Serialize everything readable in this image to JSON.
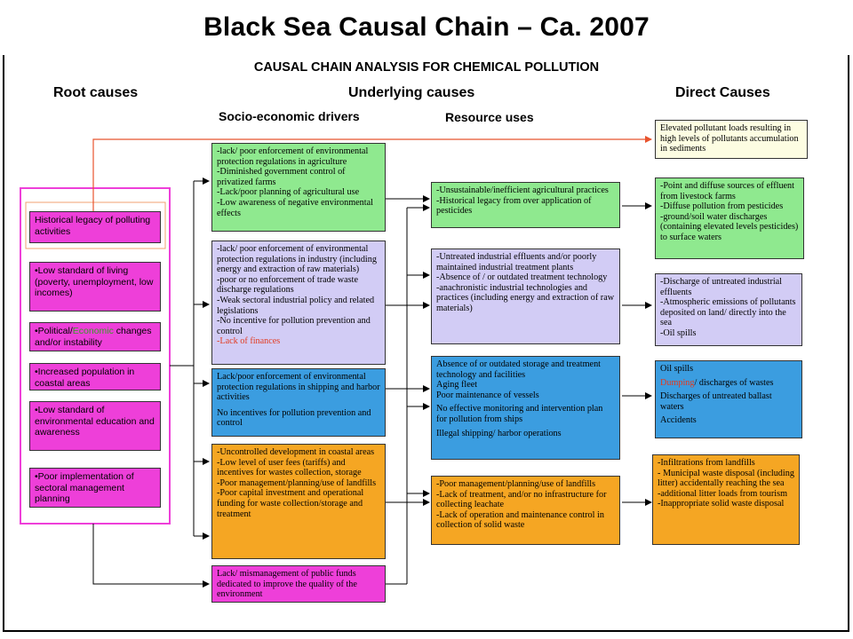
{
  "slide_title": "Black Sea Causal Chain – Ca. 2007",
  "diagram_title": "CAUSAL CHAIN ANALYSIS FOR CHEMICAL POLLUTION",
  "headers": {
    "root": "Root causes",
    "underlying": "Underlying causes",
    "direct": "Direct Causes",
    "socio": "Socio-economic drivers",
    "resource": "Resource uses"
  },
  "root_causes": [
    "Historical legacy of polluting activities",
    "•Low standard of living (poverty, unemployment, low incomes)",
    "•Political/",
    "Economic",
    " changes and/or instability",
    "•Increased population in coastal areas",
    "•Low standard of environmental education and awareness",
    "•Poor implementation of sectoral management planning"
  ],
  "socio_drivers": {
    "green": [
      "-lack/ poor enforcement of environmental protection regulations in agriculture",
      "-Diminished government control of privatized farms",
      "-Lack/poor planning of agricultural use",
      "-Low awareness of negative environmental effects"
    ],
    "lavender": [
      "-lack/ poor enforcement of environmental protection regulations in industry (including energy and extraction of raw materials)",
      "-poor or no enforcement of trade waste discharge regulations",
      "-Weak sectoral industrial policy and related legislations",
      "-No incentive for pollution prevention and control",
      "-Lack of finances"
    ],
    "blue": [
      "Lack/poor enforcement of environmental protection regulations in shipping and harbor activities",
      "No incentives for pollution prevention and control"
    ],
    "orange": [
      "-Uncontrolled development in coastal areas",
      "-Low level of user fees (tariffs) and incentives for wastes collection, storage",
      "-Poor management/planning/use of landfills",
      "-Poor capital investment and operational funding for waste collection/storage and treatment"
    ],
    "pink": "Lack/ mismanagement of public funds dedicated to improve the quality of the environment"
  },
  "resource_uses": {
    "green": [
      "-Unsustainable/inefficient agricultural practices",
      "-Historical legacy from over application of pesticides"
    ],
    "lavender": [
      "-Untreated industrial effluents and/or poorly maintained industrial treatment plants",
      "-Absence of / or outdated treatment technology",
      "-anachronistic industrial technologies and practices (including energy and extraction of raw materials)"
    ],
    "blue": [
      "Absence of or outdated storage and treatment technology and facilities",
      "Aging fleet",
      "Poor maintenance of vessels",
      "No effective monitoring and intervention plan for pollution from ships",
      "Illegal shipping/ harbor operations"
    ],
    "orange": [
      "-Poor management/planning/use of landfills",
      "-Lack of treatment, and/or no infrastructure for collecting leachate",
      "-Lack of operation and maintenance control in collection of solid waste"
    ]
  },
  "direct_causes": {
    "yellow": "Elevated pollutant loads resulting in high levels of pollutants accumulation in sediments",
    "green": [
      "-Point and diffuse sources of effluent from livestock farms",
      "-Diffuse pollution from pesticides",
      "-ground/soil water discharges (containing elevated levels pesticides) to surface waters"
    ],
    "lavender": [
      "-Discharge of untreated industrial effluents",
      "-Atmospheric emissions of pollutants deposited on land/ directly into the sea",
      "-Oil spills"
    ],
    "blue": [
      "Oil spills",
      "Dumping",
      "/ discharges of wastes",
      "Discharges of untreated ballast waters",
      "Accidents"
    ],
    "orange": [
      "-Infiltrations from landfills",
      "- Municipal waste disposal (including litter) accidentally reaching the sea",
      "-additional litter loads from tourism",
      "-Inappropriate solid waste disposal"
    ]
  }
}
